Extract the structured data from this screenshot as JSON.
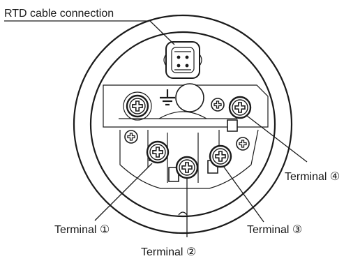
{
  "labels": {
    "rtd_cable": "RTD cable connection",
    "terminal_1": "Terminal ①",
    "terminal_2": "Terminal ②",
    "terminal_3": "Terminal ③",
    "terminal_4": "Terminal ④"
  },
  "icons": {
    "ground": "ground-symbol-icon",
    "screw": "phillips-screw-icon",
    "connector": "rtd-connector-icon"
  }
}
